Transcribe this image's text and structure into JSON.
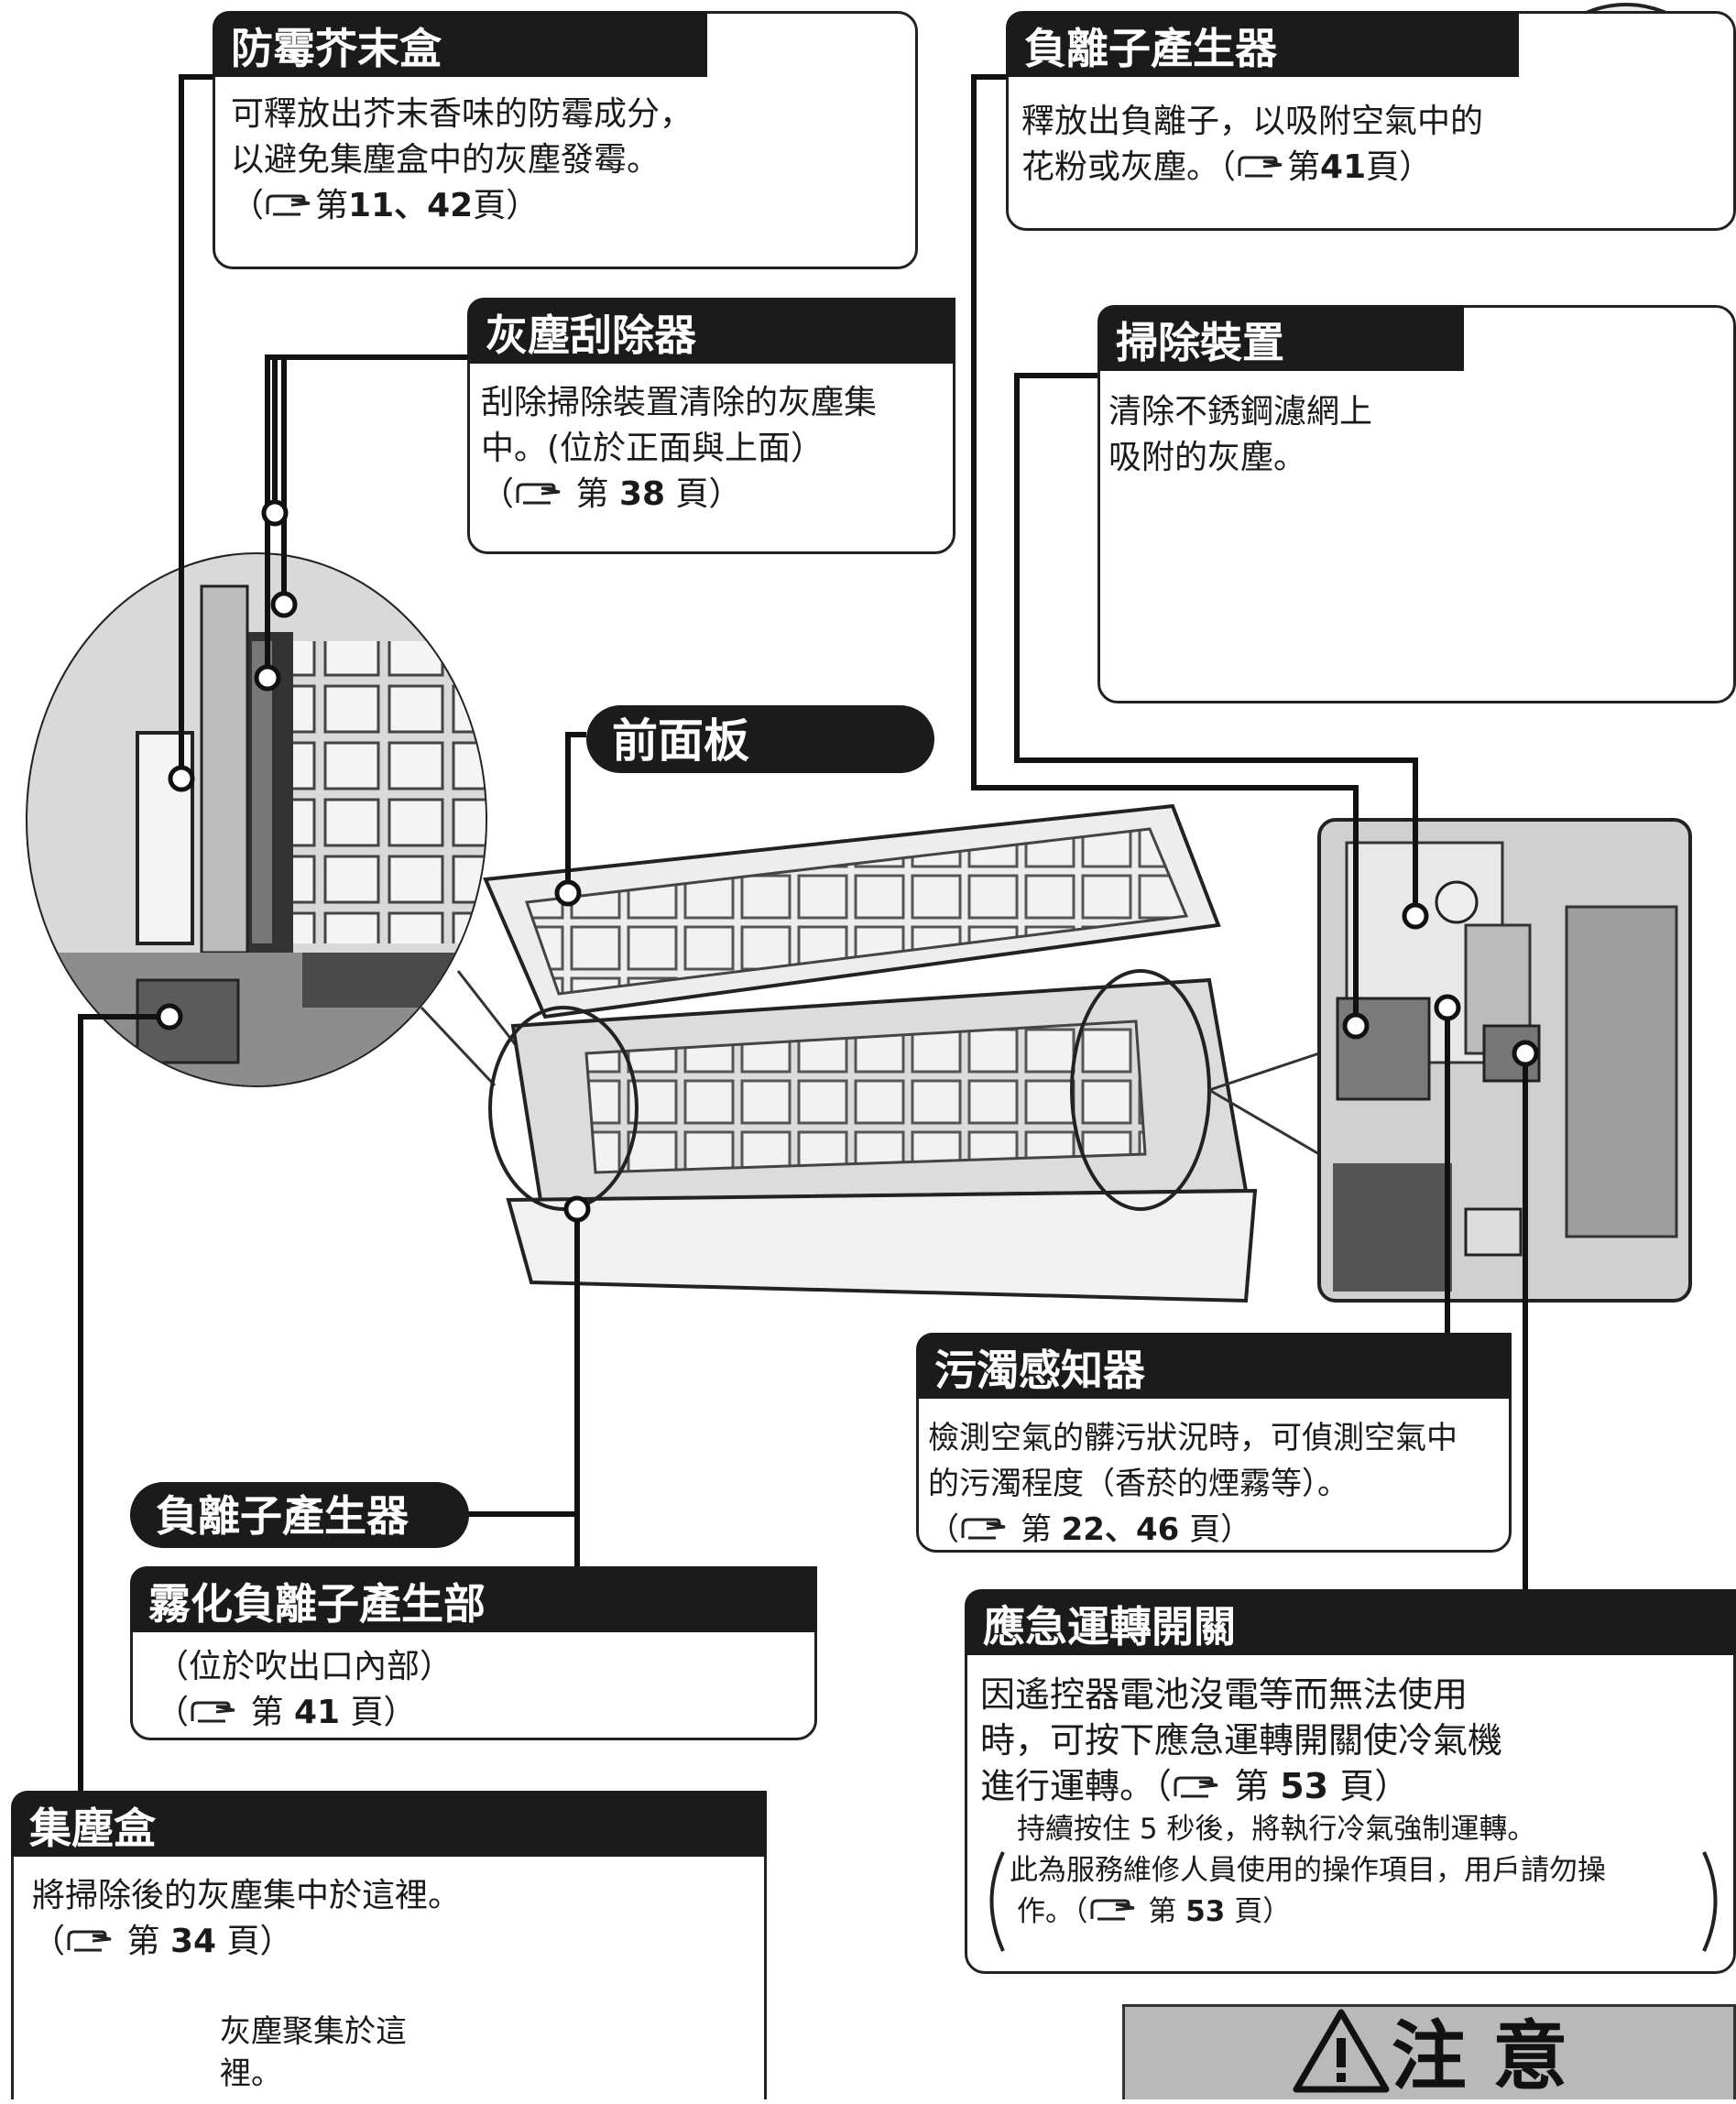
{
  "callouts": {
    "mustard_box": {
      "title": "防霉芥末盒",
      "line1": "可釋放出芥末香味的防霉成分，",
      "line2": "以避免集塵盒中的灰塵發霉。",
      "ref_prefix": "（",
      "ref_text": "第",
      "ref_pages": "11、42",
      "ref_suffix": "頁）"
    },
    "neg_ion_top": {
      "title": "負離子產生器",
      "line1": "釋放出負離子，以吸附空氣中的",
      "line2_pre": "花粉或灰塵。（",
      "ref_text": "第",
      "ref_pages": "41",
      "ref_suffix": "頁）"
    },
    "dust_scraper": {
      "title": "灰塵刮除器",
      "line1": "刮除掃除裝置清除的灰塵集",
      "line2": "中。(位於正面與上面）",
      "ref_prefix": "（",
      "ref_text": "第",
      "ref_pages": "38",
      "ref_suffix": "頁）"
    },
    "cleaning_device": {
      "title": "掃除裝置",
      "line1": "清除不銹鋼濾網上",
      "line2": "吸附的灰塵。"
    },
    "front_panel": {
      "title": "前面板"
    },
    "dirt_sensor": {
      "title": "污濁感知器",
      "line1": "檢測空氣的髒污狀況時，可偵測空氣中",
      "line2": "的污濁程度（香菸的煙霧等）。",
      "ref_prefix": "（",
      "ref_text": "第",
      "ref_pages": "22、46",
      "ref_suffix": "頁）"
    },
    "neg_ion_bottom": {
      "title": "負離子產生器"
    },
    "atomizer": {
      "title": "霧化負離子產生部",
      "line1": "（位於吹出口內部）",
      "ref_prefix": "（",
      "ref_text": "第",
      "ref_pages": "41",
      "ref_suffix": "頁）"
    },
    "emergency_switch": {
      "title": "應急運轉開關",
      "line1": "因遙控器電池沒電等而無法使用",
      "line2": "時，可按下應急運轉開關使冷氣機",
      "line3_pre": "進行運轉。（",
      "ref_text": "第",
      "ref_pages": "53",
      "ref_suffix": "頁）",
      "note1": "持續按住 5 秒後，將執行冷氣強制運轉。",
      "note2": "此為服務維修人員使用的操作項目，用戶請勿操",
      "note3_pre": "作。（",
      "note_ref_text": "第",
      "note_ref_pages": "53",
      "note_ref_suffix": "頁）"
    },
    "dust_box": {
      "title": "集塵盒",
      "line1": "將掃除後的灰塵集中於這裡。",
      "ref_prefix": "（",
      "ref_text": "第",
      "ref_pages": "34",
      "ref_suffix": "頁）",
      "pointer1": "灰塵聚集於這",
      "pointer2": "裡。"
    }
  },
  "caution": {
    "icon": "warning-triangle-icon",
    "label": "注 意"
  },
  "colors": {
    "tab_bg": "#1b1b1b",
    "caution_bg": "#b9b9b9"
  }
}
